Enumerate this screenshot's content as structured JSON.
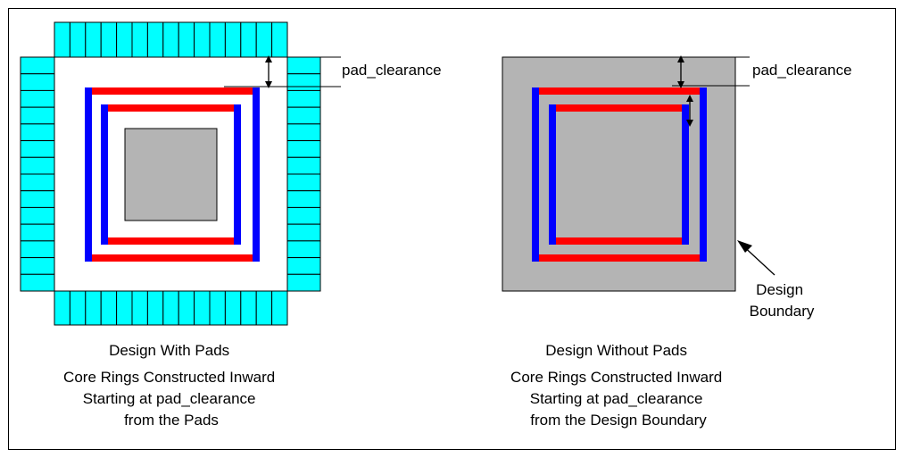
{
  "colors": {
    "pad": "#00ffff",
    "ring_red": "#ff0000",
    "ring_blue": "#0000ff",
    "core_fill": "#b4b4b4",
    "boundary_fill": "#b4b4b4"
  },
  "left_diagram": {
    "dimension_label": "pad_clearance",
    "caption": [
      "Design With Pads",
      "Core Rings Constructed Inward",
      "Starting at pad_clearance",
      "from the Pads"
    ]
  },
  "right_diagram": {
    "dimension_label": "pad_clearance",
    "boundary_label": [
      "Design",
      "Boundary"
    ],
    "caption": [
      "Design Without Pads",
      "Core Rings Constructed Inward",
      "Starting at pad_clearance",
      "from the Design Boundary"
    ]
  }
}
